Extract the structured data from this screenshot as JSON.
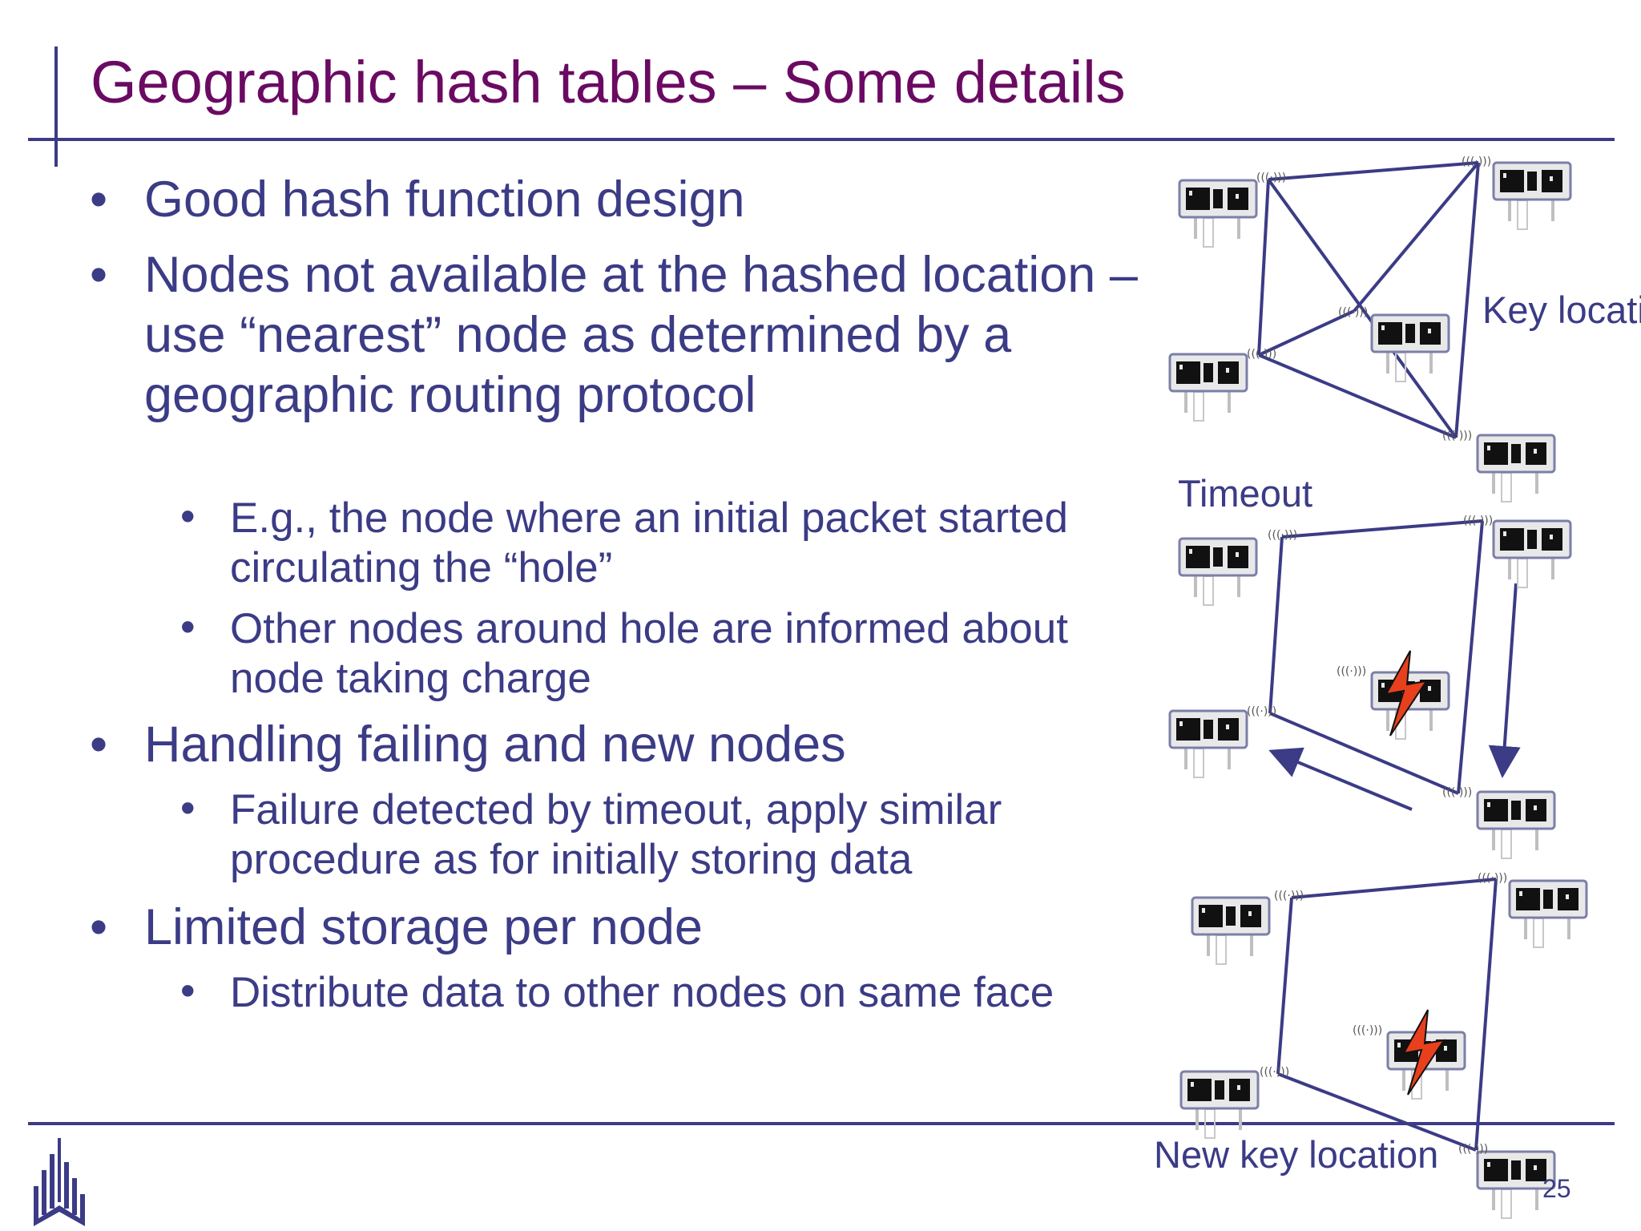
{
  "slide": {
    "title": "Geographic hash tables – Some details",
    "page_number": "25"
  },
  "bullets": [
    {
      "level": 1,
      "text": "Good hash function design"
    },
    {
      "level": 1,
      "text": "Nodes not available at the hashed location – use “nearest” node as determined by a geographic routing protocol"
    },
    {
      "level": 2,
      "text": "E.g., the node where an initial packet started circulating the “hole”"
    },
    {
      "level": 2,
      "text": "Other nodes around hole are informed about node taking charge"
    },
    {
      "level": 1,
      "text": "Handling failing and new nodes"
    },
    {
      "level": 2,
      "text": "Failure detected by timeout, apply similar procedure as for initially storing data"
    },
    {
      "level": 1,
      "text": "Limited storage per node"
    },
    {
      "level": 2,
      "text": "Distribute data to other nodes on same face"
    }
  ],
  "diagram": {
    "labels": {
      "key_location": "Key location",
      "timeout": "Timeout",
      "new_key_location": "New key location"
    }
  },
  "colors": {
    "title": "#6b0a62",
    "text": "#3b3b86",
    "lightning": "#e8401c"
  }
}
